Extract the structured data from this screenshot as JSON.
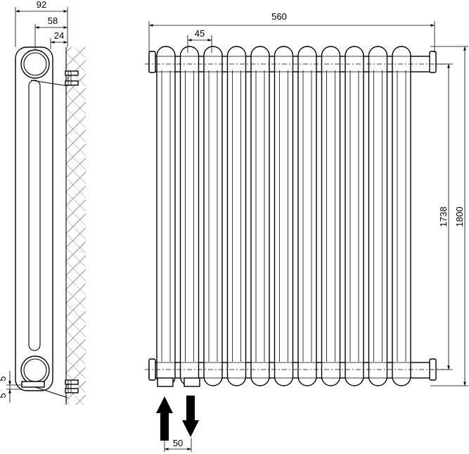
{
  "drawing": {
    "side_view": {
      "dim_total_depth": "92",
      "dim_pipe_center": "58",
      "dim_wall_gap": "24",
      "dim_bottom_offset_a": "5",
      "dim_bottom_offset_b": "5"
    },
    "front_view": {
      "dim_total_width": "560",
      "dim_section_pitch": "45",
      "dim_inner_height": "1738",
      "dim_total_height": "1800",
      "dim_connection_spacing": "50",
      "section_count": 11
    }
  }
}
